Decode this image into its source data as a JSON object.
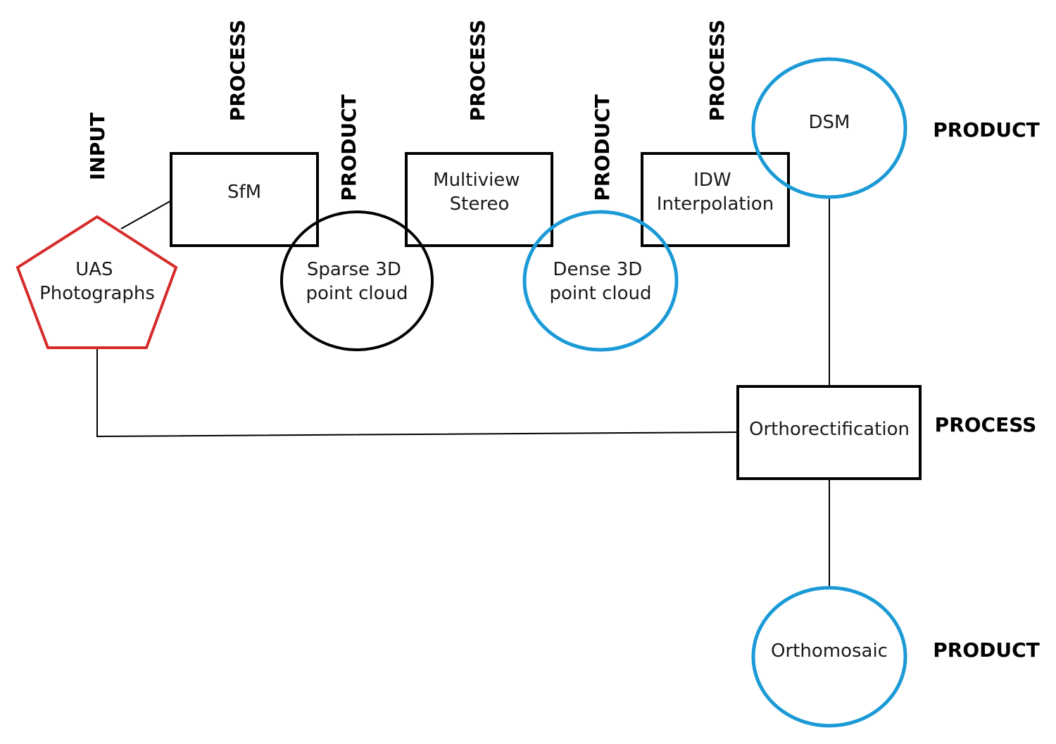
{
  "colors": {
    "input_outline": "#d62b2b",
    "process_outline": "#000000",
    "sparse_outline": "#000000",
    "product_outline": "#1b9ad6",
    "text": "#1a1a1a",
    "background": "#ffffff"
  },
  "nodes": {
    "uas_photographs": {
      "lines": [
        "UAS",
        "Photographs"
      ],
      "shape": "pentagon"
    },
    "sfm": {
      "lines": [
        "SfM"
      ],
      "shape": "rectangle"
    },
    "sparse_cloud": {
      "lines": [
        "Sparse 3D",
        "point cloud"
      ],
      "shape": "ellipse"
    },
    "multiview_stereo": {
      "lines": [
        "Multiview",
        "Stereo"
      ],
      "shape": "rectangle"
    },
    "dense_cloud": {
      "lines": [
        "Dense 3D",
        "point cloud"
      ],
      "shape": "ellipse"
    },
    "idw_interpolation": {
      "lines": [
        "IDW",
        "Interpolation"
      ],
      "shape": "rectangle"
    },
    "dsm": {
      "lines": [
        "DSM"
      ],
      "shape": "ellipse"
    },
    "orthorectification": {
      "lines": [
        "Orthorectification"
      ],
      "shape": "rectangle"
    },
    "orthomosaic": {
      "lines": [
        "Orthomosaic"
      ],
      "shape": "ellipse"
    }
  },
  "role_labels": {
    "input": "INPUT",
    "process_sfm": "PROCESS",
    "product_sparse": "PRODUCT",
    "process_mvs": "PROCESS",
    "product_dense": "PRODUCT",
    "process_idw": "PROCESS",
    "product_dsm": "PRODUCT",
    "process_ortho": "PROCESS",
    "product_orthomosaic": "PRODUCT"
  },
  "edges": [
    {
      "from": "uas_photographs",
      "to": "sfm"
    },
    {
      "from": "dsm",
      "to": "orthorectification"
    },
    {
      "from": "uas_photographs",
      "to": "orthorectification"
    },
    {
      "from": "orthorectification",
      "to": "orthomosaic"
    }
  ]
}
